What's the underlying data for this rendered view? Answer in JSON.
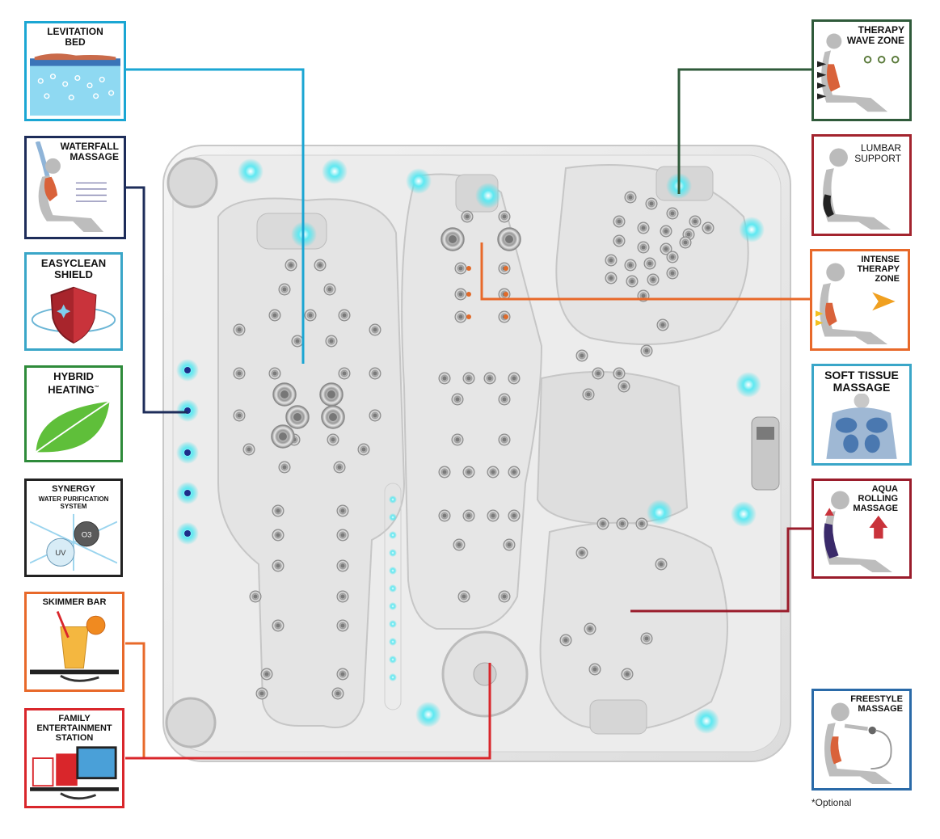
{
  "cards": {
    "levitation_bed": "LEVITATION\nBED",
    "waterfall_massage": "WATERFALL\nMASSAGE",
    "easyclean_shield": "EASYCLEAN\nSHIELD",
    "hybrid_heating": "HYBRID\nHEATING",
    "hybrid_heating_tm": "™",
    "synergy_title": "SYNERGY",
    "synergy_subtitle": "WATER PURIFICATION\nSYSTEM",
    "synergy_o3": "O3",
    "synergy_uv": "UV",
    "skimmer_bar": "SKIMMER BAR",
    "family_entertainment": "FAMILY\nENTERTAINMENT\nSTATION",
    "therapy_wave_zone": "THERAPY\nWAVE ZONE",
    "lumbar_support": "LUMBAR\nSUPPORT",
    "intense_therapy_zone": "INTENSE\nTHERAPY\nZONE",
    "soft_tissue_massage": "SOFT TISSUE\nMASSAGE",
    "aqua_rolling_massage": "AQUA\nROLLING\nMASSAGE",
    "freestyle_massage": "FREESTYLE\nMASSAGE"
  },
  "footnote": "*Optional",
  "colors": {
    "levitation": "#1ba6d3",
    "waterfall": "#1e2d5a",
    "easyclean": "#3aa6c8",
    "hybrid": "#2e8b3a",
    "synergy": "#222222",
    "skimmer": "#e8692a",
    "family": "#d9262b",
    "therapy_wave": "#2f5a3a",
    "lumbar": "#a3242e",
    "intense": "#e8692a",
    "soft_tissue": "#3aa6c8",
    "aqua_rolling": "#9a1c2b",
    "freestyle": "#2a6aa8",
    "led": "#3fe0ea"
  }
}
